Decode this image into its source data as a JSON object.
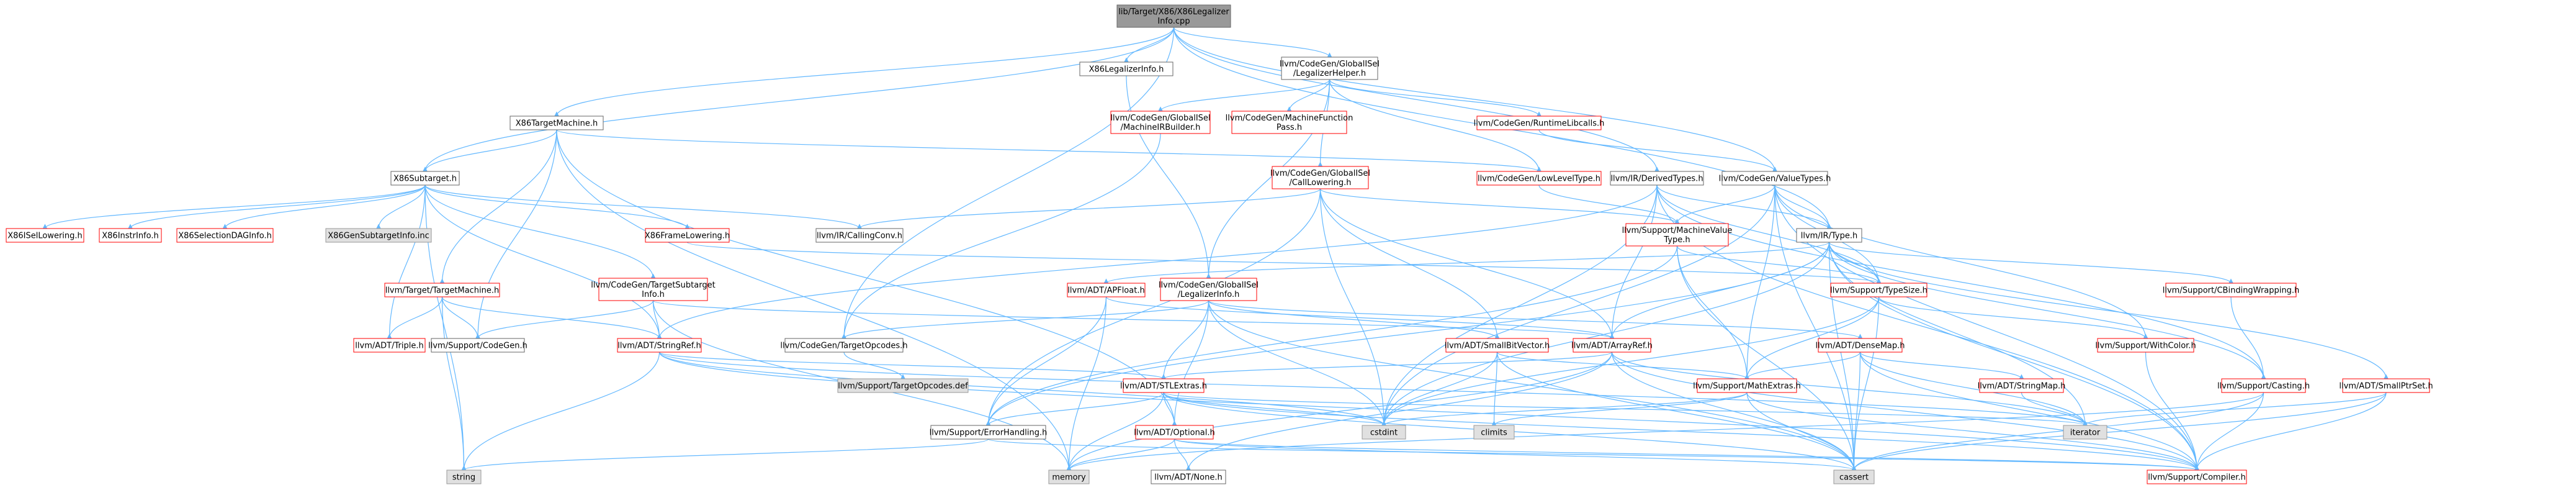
{
  "colors": {
    "root_fill": "#999999",
    "normal_fill": "#ffffff",
    "normal_stroke": "#666666",
    "incomplete_stroke": "#ff0000",
    "external_fill": "#e0e0e0",
    "external_stroke": "#999999",
    "edge": "#63b8ff",
    "text": "#000000"
  },
  "nodes": [
    {
      "id": "root",
      "kind": "root",
      "lines": [
        "lib/Target/X86/X86Legalizer",
        "Info.cpp"
      ]
    },
    {
      "id": "x86legalizerinfo_h",
      "kind": "normal",
      "lines": [
        "X86LegalizerInfo.h"
      ]
    },
    {
      "id": "legalizerhelper_h",
      "kind": "normal",
      "lines": [
        "llvm/CodeGen/GlobalISel",
        "/LegalizerHelper.h"
      ]
    },
    {
      "id": "x86targetmachine_h",
      "kind": "normal",
      "lines": [
        "X86TargetMachine.h"
      ]
    },
    {
      "id": "machineirbuilder_h",
      "kind": "red",
      "lines": [
        "llvm/CodeGen/GlobalISel",
        "/MachineIRBuilder.h"
      ]
    },
    {
      "id": "machinefunctionpass_h",
      "kind": "red",
      "lines": [
        "llvm/CodeGen/MachineFunction",
        "Pass.h"
      ]
    },
    {
      "id": "runtimelibcalls_h",
      "kind": "red",
      "lines": [
        "llvm/CodeGen/RuntimeLibcalls.h"
      ]
    },
    {
      "id": "x86subtarget_h",
      "kind": "normal",
      "lines": [
        "X86Subtarget.h"
      ]
    },
    {
      "id": "calllowering_h",
      "kind": "red",
      "lines": [
        "llvm/CodeGen/GlobalISel",
        "/CallLowering.h"
      ]
    },
    {
      "id": "lowleveltype_h",
      "kind": "red",
      "lines": [
        "llvm/CodeGen/LowLevelType.h"
      ]
    },
    {
      "id": "derivedtypes_h",
      "kind": "normal",
      "lines": [
        "llvm/IR/DerivedTypes.h"
      ]
    },
    {
      "id": "valuetypes_h",
      "kind": "normal",
      "lines": [
        "llvm/CodeGen/ValueTypes.h"
      ]
    },
    {
      "id": "x86isellowering_h",
      "kind": "red",
      "lines": [
        "X86ISelLowering.h"
      ]
    },
    {
      "id": "x86instrinfo_h",
      "kind": "red",
      "lines": [
        "X86InstrInfo.h"
      ]
    },
    {
      "id": "x86selectiondaginfo_h",
      "kind": "red",
      "lines": [
        "X86SelectionDAGInfo.h"
      ]
    },
    {
      "id": "x86gensubtargetinfo_inc",
      "kind": "external",
      "lines": [
        "X86GenSubtargetInfo.inc"
      ]
    },
    {
      "id": "x86framelowering_h",
      "kind": "red",
      "lines": [
        "X86FrameLowering.h"
      ]
    },
    {
      "id": "callingconv_h",
      "kind": "normal",
      "lines": [
        "llvm/IR/CallingConv.h"
      ]
    },
    {
      "id": "machinevaluetype_h",
      "kind": "red",
      "lines": [
        "llvm/Support/MachineValue",
        "Type.h"
      ]
    },
    {
      "id": "irtype_h",
      "kind": "normal",
      "lines": [
        "llvm/IR/Type.h"
      ]
    },
    {
      "id": "targetmachine_h",
      "kind": "red",
      "lines": [
        "llvm/Target/TargetMachine.h"
      ]
    },
    {
      "id": "targetsubtargetinfo_h",
      "kind": "red",
      "lines": [
        "llvm/CodeGen/TargetSubtarget",
        "Info.h"
      ]
    },
    {
      "id": "apfloat_h",
      "kind": "red",
      "lines": [
        "llvm/ADT/APFloat.h"
      ]
    },
    {
      "id": "legalizerinfo_h",
      "kind": "red",
      "lines": [
        "llvm/CodeGen/GlobalISel",
        "/LegalizerInfo.h"
      ]
    },
    {
      "id": "typesize_h",
      "kind": "red",
      "lines": [
        "llvm/Support/TypeSize.h"
      ]
    },
    {
      "id": "cbindingwrapping_h",
      "kind": "red",
      "lines": [
        "llvm/Support/CBindingWrapping.h"
      ]
    },
    {
      "id": "triple_h",
      "kind": "red",
      "lines": [
        "llvm/ADT/Triple.h"
      ]
    },
    {
      "id": "codegen_h",
      "kind": "normal",
      "lines": [
        "llvm/Support/CodeGen.h"
      ]
    },
    {
      "id": "stringref_h",
      "kind": "red",
      "lines": [
        "llvm/ADT/StringRef.h"
      ]
    },
    {
      "id": "targetopcodes_h",
      "kind": "normal",
      "lines": [
        "llvm/CodeGen/TargetOpcodes.h"
      ]
    },
    {
      "id": "smallbitvector_h",
      "kind": "red",
      "lines": [
        "llvm/ADT/SmallBitVector.h"
      ]
    },
    {
      "id": "arrayref_h",
      "kind": "red",
      "lines": [
        "llvm/ADT/ArrayRef.h"
      ]
    },
    {
      "id": "densemap_h",
      "kind": "red",
      "lines": [
        "llvm/ADT/DenseMap.h"
      ]
    },
    {
      "id": "withcolor_h",
      "kind": "red",
      "lines": [
        "llvm/Support/WithColor.h"
      ]
    },
    {
      "id": "targetopcodes_def",
      "kind": "external",
      "lines": [
        "llvm/Support/TargetOpcodes.def"
      ]
    },
    {
      "id": "stlextras_h",
      "kind": "red",
      "lines": [
        "llvm/ADT/STLExtras.h"
      ]
    },
    {
      "id": "mathextras_h",
      "kind": "red",
      "lines": [
        "llvm/Support/MathExtras.h"
      ]
    },
    {
      "id": "stringmap_h",
      "kind": "red",
      "lines": [
        "llvm/ADT/StringMap.h"
      ]
    },
    {
      "id": "casting_h",
      "kind": "red",
      "lines": [
        "llvm/Support/Casting.h"
      ]
    },
    {
      "id": "smallptrset_h",
      "kind": "red",
      "lines": [
        "llvm/ADT/SmallPtrSet.h"
      ]
    },
    {
      "id": "cstdint",
      "kind": "external",
      "lines": [
        "cstdint"
      ]
    },
    {
      "id": "climits",
      "kind": "external",
      "lines": [
        "climits"
      ]
    },
    {
      "id": "iterator",
      "kind": "external",
      "lines": [
        "iterator"
      ]
    },
    {
      "id": "errorhandling_h",
      "kind": "normal",
      "lines": [
        "llvm/Support/ErrorHandling.h"
      ]
    },
    {
      "id": "optional_h",
      "kind": "red",
      "lines": [
        "llvm/ADT/Optional.h"
      ]
    },
    {
      "id": "string",
      "kind": "external",
      "lines": [
        "string"
      ]
    },
    {
      "id": "memory",
      "kind": "external",
      "lines": [
        "memory"
      ]
    },
    {
      "id": "none_h",
      "kind": "normal",
      "lines": [
        "llvm/ADT/None.h"
      ]
    },
    {
      "id": "cassert",
      "kind": "external",
      "lines": [
        "cassert"
      ]
    },
    {
      "id": "compiler_h",
      "kind": "red",
      "lines": [
        "llvm/Support/Compiler.h"
      ]
    }
  ],
  "edges": [
    [
      "root",
      "x86legalizerinfo_h"
    ],
    [
      "root",
      "legalizerhelper_h"
    ],
    [
      "root",
      "x86targetmachine_h"
    ],
    [
      "root",
      "x86subtarget_h"
    ],
    [
      "root",
      "derivedtypes_h"
    ],
    [
      "root",
      "irtype_h"
    ],
    [
      "root",
      "targetopcodes_h"
    ],
    [
      "root",
      "valuetypes_h"
    ],
    [
      "x86legalizerinfo_h",
      "legalizerinfo_h"
    ],
    [
      "legalizerhelper_h",
      "machineirbuilder_h"
    ],
    [
      "legalizerhelper_h",
      "machinefunctionpass_h"
    ],
    [
      "legalizerhelper_h",
      "runtimelibcalls_h"
    ],
    [
      "legalizerhelper_h",
      "calllowering_h"
    ],
    [
      "legalizerhelper_h",
      "lowleveltype_h"
    ],
    [
      "legalizerhelper_h",
      "legalizerinfo_h"
    ],
    [
      "x86targetmachine_h",
      "x86subtarget_h"
    ],
    [
      "x86targetmachine_h",
      "targetmachine_h"
    ],
    [
      "x86targetmachine_h",
      "codegen_h"
    ],
    [
      "x86targetmachine_h",
      "memory"
    ],
    [
      "x86targetmachine_h",
      "optional_h"
    ],
    [
      "x86targetmachine_h",
      "lowleveltype_h"
    ],
    [
      "machineirbuilder_h",
      "targetopcodes_h"
    ],
    [
      "runtimelibcalls_h",
      "valuetypes_h"
    ],
    [
      "x86subtarget_h",
      "x86isellowering_h"
    ],
    [
      "x86subtarget_h",
      "x86instrinfo_h"
    ],
    [
      "x86subtarget_h",
      "x86selectiondaginfo_h"
    ],
    [
      "x86subtarget_h",
      "x86gensubtargetinfo_inc"
    ],
    [
      "x86subtarget_h",
      "x86framelowering_h"
    ],
    [
      "x86subtarget_h",
      "callingconv_h"
    ],
    [
      "x86subtarget_h",
      "targetsubtargetinfo_h"
    ],
    [
      "x86subtarget_h",
      "triple_h"
    ],
    [
      "x86subtarget_h",
      "string"
    ],
    [
      "x86subtarget_h",
      "stringref_h"
    ],
    [
      "calllowering_h",
      "callingconv_h"
    ],
    [
      "calllowering_h",
      "machinevaluetype_h"
    ],
    [
      "calllowering_h",
      "arrayref_h"
    ],
    [
      "calllowering_h",
      "errorhandling_h"
    ],
    [
      "calllowering_h",
      "cstdint"
    ],
    [
      "calllowering_h",
      "smallbitvector_h"
    ],
    [
      "lowleveltype_h",
      "machinevaluetype_h"
    ],
    [
      "derivedtypes_h",
      "irtype_h"
    ],
    [
      "derivedtypes_h",
      "arrayref_h"
    ],
    [
      "derivedtypes_h",
      "stringref_h"
    ],
    [
      "derivedtypes_h",
      "casting_h"
    ],
    [
      "derivedtypes_h",
      "compiler_h"
    ],
    [
      "derivedtypes_h",
      "cstdint"
    ],
    [
      "derivedtypes_h",
      "typesize_h"
    ],
    [
      "valuetypes_h",
      "machinevaluetype_h"
    ],
    [
      "valuetypes_h",
      "compiler_h"
    ],
    [
      "valuetypes_h",
      "mathextras_h"
    ],
    [
      "valuetypes_h",
      "typesize_h"
    ],
    [
      "valuetypes_h",
      "withcolor_h"
    ],
    [
      "valuetypes_h",
      "cassert"
    ],
    [
      "valuetypes_h",
      "cstdint"
    ],
    [
      "valuetypes_h",
      "irtype_h"
    ],
    [
      "x86framelowering_h",
      "typesize_h"
    ],
    [
      "machinevaluetype_h",
      "errorhandling_h"
    ],
    [
      "machinevaluetype_h",
      "mathextras_h"
    ],
    [
      "machinevaluetype_h",
      "typesize_h"
    ],
    [
      "machinevaluetype_h",
      "cassert"
    ],
    [
      "irtype_h",
      "apfloat_h"
    ],
    [
      "irtype_h",
      "arrayref_h"
    ],
    [
      "irtype_h",
      "smallptrset_h"
    ],
    [
      "irtype_h",
      "cbindingwrapping_h"
    ],
    [
      "irtype_h",
      "casting_h"
    ],
    [
      "irtype_h",
      "compiler_h"
    ],
    [
      "irtype_h",
      "errorhandling_h"
    ],
    [
      "irtype_h",
      "typesize_h"
    ],
    [
      "irtype_h",
      "cassert"
    ],
    [
      "irtype_h",
      "cstdint"
    ],
    [
      "irtype_h",
      "iterator"
    ],
    [
      "targetmachine_h",
      "triple_h"
    ],
    [
      "targetmachine_h",
      "codegen_h"
    ],
    [
      "targetmachine_h",
      "stringref_h"
    ],
    [
      "targetmachine_h",
      "string"
    ],
    [
      "targetsubtargetinfo_h",
      "arrayref_h"
    ],
    [
      "targetsubtargetinfo_h",
      "codegen_h"
    ],
    [
      "targetsubtargetinfo_h",
      "stringref_h"
    ],
    [
      "targetsubtargetinfo_h",
      "memory"
    ],
    [
      "apfloat_h",
      "arrayref_h"
    ],
    [
      "apfloat_h",
      "errorhandling_h"
    ],
    [
      "apfloat_h",
      "memory"
    ],
    [
      "legalizerinfo_h",
      "densemap_h"
    ],
    [
      "legalizerinfo_h",
      "smallbitvector_h"
    ],
    [
      "legalizerinfo_h",
      "stlextras_h"
    ],
    [
      "legalizerinfo_h",
      "targetopcodes_h"
    ],
    [
      "legalizerinfo_h",
      "cassert"
    ],
    [
      "legalizerinfo_h",
      "cstdint"
    ],
    [
      "legalizerinfo_h",
      "optional_h"
    ],
    [
      "typesize_h",
      "mathextras_h"
    ],
    [
      "typesize_h",
      "withcolor_h"
    ],
    [
      "typesize_h",
      "cassert"
    ],
    [
      "typesize_h",
      "cstdint"
    ],
    [
      "cbindingwrapping_h",
      "casting_h"
    ],
    [
      "stringref_h",
      "stlextras_h"
    ],
    [
      "stringref_h",
      "compiler_h"
    ],
    [
      "stringref_h",
      "string"
    ],
    [
      "stringref_h",
      "iterator"
    ],
    [
      "stringref_h",
      "cstdint"
    ],
    [
      "targetopcodes_h",
      "targetopcodes_def"
    ],
    [
      "smallbitvector_h",
      "mathextras_h"
    ],
    [
      "smallbitvector_h",
      "cassert"
    ],
    [
      "smallbitvector_h",
      "climits"
    ],
    [
      "smallbitvector_h",
      "cstdint"
    ],
    [
      "arrayref_h",
      "stlextras_h"
    ],
    [
      "arrayref_h",
      "compiler_h"
    ],
    [
      "arrayref_h",
      "cassert"
    ],
    [
      "arrayref_h",
      "iterator"
    ],
    [
      "arrayref_h",
      "memory"
    ],
    [
      "arrayref_h",
      "none_h"
    ],
    [
      "densemap_h",
      "mathextras_h"
    ],
    [
      "densemap_h",
      "compiler_h"
    ],
    [
      "densemap_h",
      "cassert"
    ],
    [
      "densemap_h",
      "iterator"
    ],
    [
      "densemap_h",
      "stringmap_h"
    ],
    [
      "stlextras_h",
      "optional_h"
    ],
    [
      "stlextras_h",
      "errorhandling_h"
    ],
    [
      "stlextras_h",
      "cassert"
    ],
    [
      "stlextras_h",
      "cstdint"
    ],
    [
      "stlextras_h",
      "memory"
    ],
    [
      "stlextras_h",
      "iterator"
    ],
    [
      "stlextras_h",
      "compiler_h"
    ],
    [
      "mathextras_h",
      "compiler_h"
    ],
    [
      "mathextras_h",
      "cassert"
    ],
    [
      "mathextras_h",
      "climits"
    ],
    [
      "mathextras_h",
      "cstdint"
    ],
    [
      "casting_h",
      "compiler_h"
    ],
    [
      "casting_h",
      "cassert"
    ],
    [
      "casting_h",
      "memory"
    ],
    [
      "smallptrset_h",
      "compiler_h"
    ],
    [
      "smallptrset_h",
      "cassert"
    ],
    [
      "smallptrset_h",
      "iterator"
    ],
    [
      "errorhandling_h",
      "compiler_h"
    ],
    [
      "errorhandling_h",
      "string"
    ],
    [
      "optional_h",
      "none_h"
    ],
    [
      "optional_h",
      "compiler_h"
    ],
    [
      "optional_h",
      "cassert"
    ],
    [
      "optional_h",
      "memory"
    ],
    [
      "withcolor_h",
      "compiler_h"
    ],
    [
      "stringmap_h",
      "iterator"
    ]
  ]
}
